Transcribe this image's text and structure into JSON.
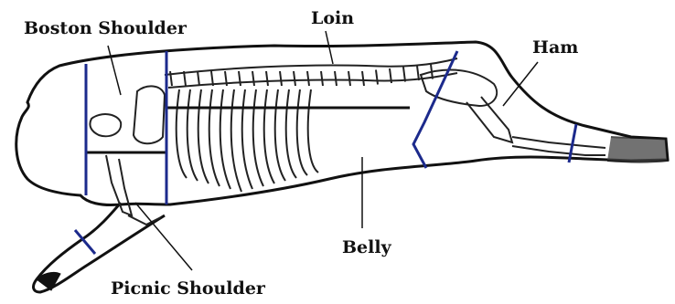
{
  "labels": {
    "boston_shoulder": "Boston Shoulder",
    "loin": "Loin",
    "ham": "Ham",
    "belly": "Belly",
    "picnic_shoulder": "Picnic Shoulder"
  },
  "colors": {
    "outline": "#111111",
    "cut_lines": "#1c2a8c",
    "bone": "#222222",
    "background": "#ffffff"
  }
}
